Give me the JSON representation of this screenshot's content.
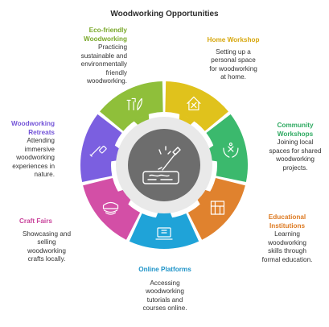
{
  "title": "Woodworking Opportunities",
  "segments": [
    {
      "key": "home",
      "title": "Home Workshop",
      "desc": "Setting up a personal space for woodworking at home.",
      "color": "#e0c21c",
      "icon": "house-tools-icon"
    },
    {
      "key": "community",
      "title": "Community Workshops",
      "desc": "Joining local spaces for shared woodworking projects.",
      "color": "#3bb96d",
      "icon": "hands-icon"
    },
    {
      "key": "educational",
      "title": "Educational Institutions",
      "desc": "Learning woodworking skills through formal education.",
      "color": "#e0822e",
      "icon": "building-icon"
    },
    {
      "key": "online",
      "title": "Online Platforms",
      "desc": "Accessing woodworking tutorials and courses online.",
      "color": "#1fa3d8",
      "icon": "laptop-icon"
    },
    {
      "key": "craft",
      "title": "Craft Fairs",
      "desc": "Showcasing and selling woodworking crafts locally.",
      "color": "#d34fa6",
      "icon": "tent-icon"
    },
    {
      "key": "retreats",
      "title": "Woodworking Retreats",
      "desc": "Attending immersive woodworking experiences in nature.",
      "color": "#7b5fe0",
      "icon": "chisel-icon"
    },
    {
      "key": "eco",
      "title": "Eco-friendly Woodworking",
      "desc": "Practicing sustainable and environmentally friendly woodworking.",
      "color": "#8fbf3a",
      "icon": "leaf-tools-icon"
    }
  ],
  "labels": {
    "home": {
      "title": "Home Workshop",
      "desc": [
        "Setting up a",
        "personal space",
        "for woodworking",
        "at home."
      ]
    },
    "community": {
      "title": [
        "Community",
        "Workshops"
      ],
      "desc": [
        "Joining local",
        "spaces for shared",
        "woodworking",
        "projects."
      ]
    },
    "educational": {
      "title": [
        "Educational",
        "Institutions"
      ],
      "desc": [
        "Learning",
        "woodworking",
        "skills through",
        "formal education."
      ]
    },
    "online": {
      "title": "Online Platforms",
      "desc": [
        "Accessing",
        "woodworking",
        "tutorials and",
        "courses online."
      ]
    },
    "craft": {
      "title": "Craft Fairs",
      "desc": [
        "Showcasing and",
        "selling",
        "woodworking",
        "crafts locally."
      ]
    },
    "retreats": {
      "title": [
        "Woodworking",
        "Retreats"
      ],
      "desc": [
        "Attending",
        "immersive",
        "woodworking",
        "experiences in",
        "nature."
      ]
    },
    "eco": {
      "title": [
        "Eco-friendly",
        "Woodworking"
      ],
      "desc": [
        "Practicing",
        "sustainable and",
        "environmentally",
        "friendly",
        "woodworking."
      ]
    }
  }
}
